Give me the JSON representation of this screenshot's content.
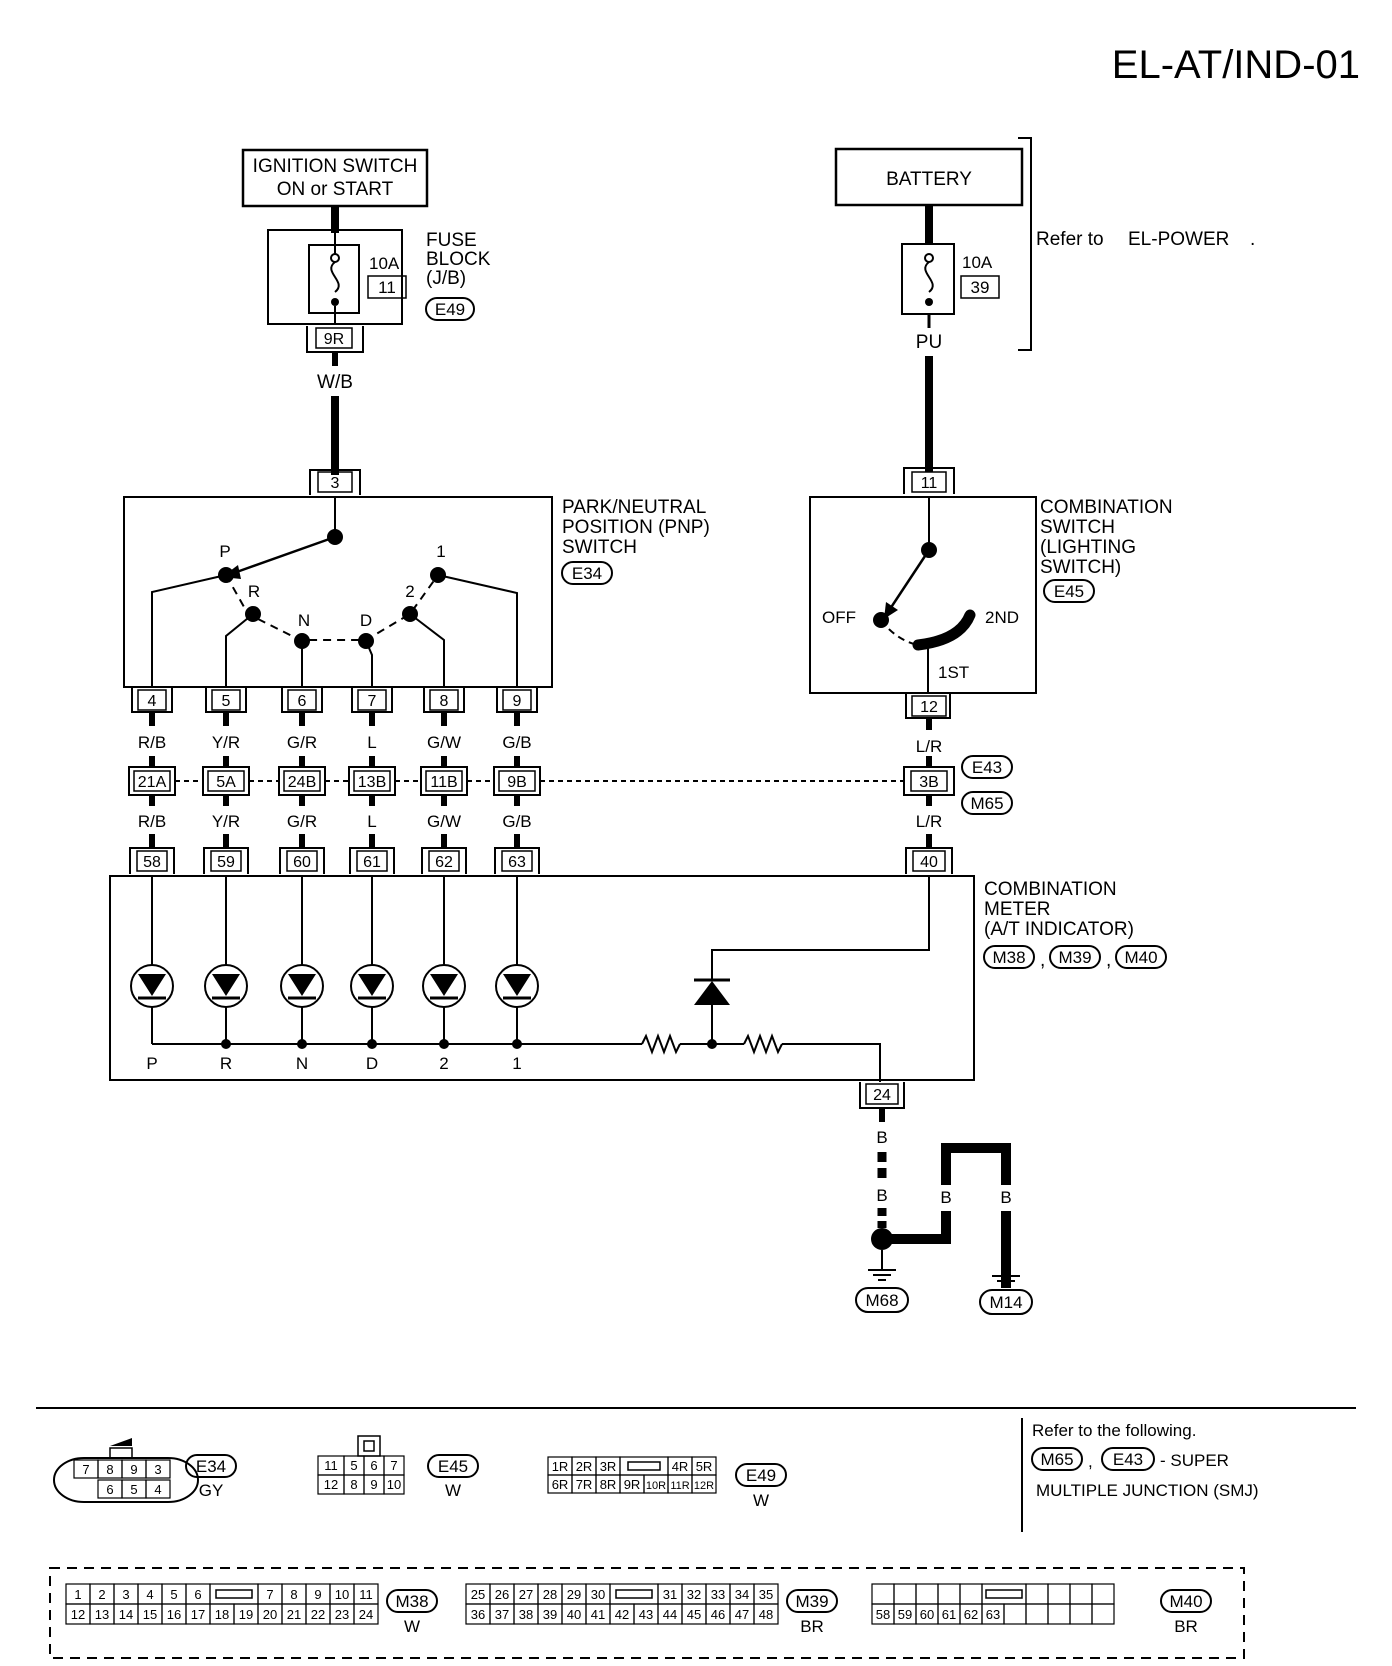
{
  "title": "EL-AT/IND-01",
  "ignition_switch": {
    "line1": "IGNITION SWITCH",
    "line2": "ON or START"
  },
  "fuse_block": {
    "rating": "10A",
    "fuse_no": "11",
    "line1": "FUSE",
    "line2": "BLOCK",
    "line3": "(J/B)",
    "connector": "E49",
    "terminal": "9R"
  },
  "battery": {
    "label": "BATTERY",
    "rating": "10A",
    "fuse_no": "39",
    "refer_text": "Refer to",
    "refer_target": "EL-POWER",
    "refer_dot": "."
  },
  "wires": {
    "wb": "W/B",
    "pu": "PU",
    "lr": "L/R",
    "b": "B"
  },
  "pnp_switch": {
    "line1": "PARK/NEUTRAL",
    "line2": "POSITION (PNP)",
    "line3": "SWITCH",
    "connector": "E34",
    "input_terminal": "3",
    "positions": [
      "P",
      "R",
      "N",
      "D",
      "2",
      "1"
    ],
    "terminals": [
      "4",
      "5",
      "6",
      "7",
      "8",
      "9"
    ],
    "wire_colors": [
      "R/B",
      "Y/R",
      "G/R",
      "L",
      "G/W",
      "G/B"
    ]
  },
  "combination_switch": {
    "line1": "COMBINATION",
    "line2": "SWITCH",
    "line3": "(LIGHTING",
    "line4": "SWITCH)",
    "connector": "E45",
    "input_terminal": "11",
    "output_terminal": "12",
    "off": "OFF",
    "second": "2ND",
    "first": "1ST"
  },
  "smj": {
    "e43": "E43",
    "m65": "M65",
    "terminals": [
      "21A",
      "5A",
      "24B",
      "13B",
      "11B",
      "9B"
    ],
    "right_terminal": "3B"
  },
  "combination_meter": {
    "line1": "COMBINATION",
    "line2": "METER",
    "line3": "(A/T INDICATOR)",
    "connectors": [
      "M38",
      "M39",
      "M40"
    ],
    "sep": ",",
    "input_terminals": [
      "58",
      "59",
      "60",
      "61",
      "62",
      "63"
    ],
    "illum_terminal": "40",
    "led_labels": [
      "P",
      "R",
      "N",
      "D",
      "2",
      "1"
    ],
    "ground_terminal": "24"
  },
  "grounds": [
    "M68",
    "M14"
  ],
  "connectors_legend": {
    "e34": {
      "name": "E34",
      "color": "GY",
      "top": [
        "7",
        "8",
        "9",
        "3"
      ],
      "bottom": [
        "6",
        "5",
        "4"
      ]
    },
    "e45": {
      "name": "E45",
      "color": "W",
      "top": [
        "11",
        "5",
        "6",
        "7"
      ],
      "bottom": [
        "12",
        "8",
        "9",
        "10"
      ]
    },
    "e49": {
      "name": "E49",
      "color": "W",
      "top": [
        "1R",
        "2R",
        "3R",
        "4R",
        "5R"
      ],
      "bottom": [
        "6R",
        "7R",
        "8R",
        "9R",
        "10R",
        "11R",
        "12R"
      ]
    },
    "m38": {
      "name": "M38",
      "color": "W",
      "top_left": [
        "1",
        "2",
        "3",
        "4",
        "5",
        "6"
      ],
      "top_right": [
        "7",
        "8",
        "9",
        "10",
        "11"
      ],
      "bottom": [
        "12",
        "13",
        "14",
        "15",
        "16",
        "17",
        "18",
        "19",
        "20",
        "21",
        "22",
        "23",
        "24"
      ]
    },
    "m39": {
      "name": "M39",
      "color": "BR",
      "top_left": [
        "25",
        "26",
        "27",
        "28",
        "29",
        "30"
      ],
      "top_right": [
        "31",
        "32",
        "33",
        "34",
        "35"
      ],
      "bottom": [
        "36",
        "37",
        "38",
        "39",
        "40",
        "41",
        "42",
        "43",
        "44",
        "45",
        "46",
        "47",
        "48"
      ]
    },
    "m40": {
      "name": "M40",
      "color": "BR",
      "bottom": [
        "58",
        "59",
        "60",
        "61",
        "62",
        "63"
      ]
    }
  },
  "refer_note": {
    "line1": "Refer to the following.",
    "c1": "M65",
    "sep": ",",
    "c2": "E43",
    "suffix": "- SUPER",
    "line3": "MULTIPLE JUNCTION (SMJ)"
  }
}
